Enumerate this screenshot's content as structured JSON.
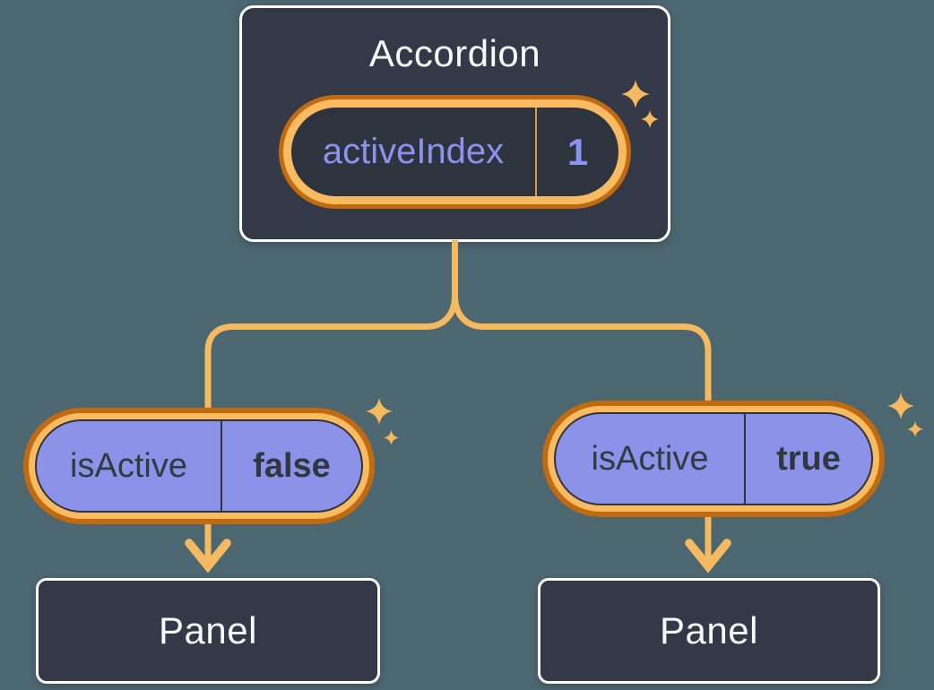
{
  "diagram": {
    "root": {
      "title": "Accordion",
      "state_name": "activeIndex",
      "state_value": "1"
    },
    "children": [
      {
        "prop_name": "isActive",
        "prop_value": "false",
        "panel_label": "Panel"
      },
      {
        "prop_name": "isActive",
        "prop_value": "true",
        "panel_label": "Panel"
      }
    ]
  },
  "icons": {
    "sparkle": "four-point-sparkle",
    "arrow": "arrow-down"
  },
  "colors": {
    "background": "#4C6770",
    "node_fill": "#333946",
    "node_border": "#FFFFFF",
    "state_pill_fill": "#2E343E",
    "prop_pill_fill": "#8B92E8",
    "pill_dark_border": "#2F343C",
    "ring_light_orange": "#F9BB61",
    "ring_dark_orange": "#C26A10",
    "connector_orange": "#F5B960",
    "sparkle_orange": "#F7B95F",
    "text_light": "#F7F9FB",
    "text_purple": "#8A93F0",
    "text_dark": "#333A44"
  }
}
